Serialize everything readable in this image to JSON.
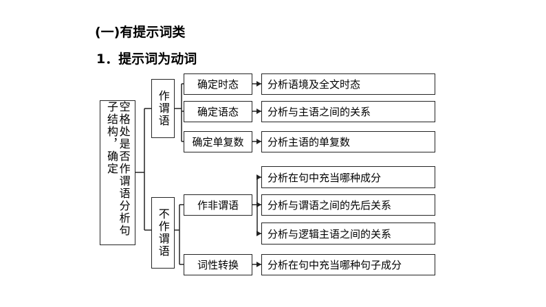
{
  "heading": "(一)有提示词类",
  "subheading": "1．提示词为动词",
  "root": "空格处是否作谓语分析句子结构，确定",
  "branches": [
    {
      "label": "作谓语",
      "items": [
        {
          "label": "确定时态",
          "details": [
            "分析语境及全文时态"
          ]
        },
        {
          "label": "确定语态",
          "details": [
            "分析与主语之间的关系"
          ]
        },
        {
          "label": "确定单复数",
          "details": [
            "分析主语的单复数"
          ]
        }
      ]
    },
    {
      "label": "不作谓语",
      "items": [
        {
          "label": "作非谓语",
          "details": [
            "分析在句中充当哪种成分",
            "分析与谓语之间的先后关系",
            "分析与逻辑主语之间的关系"
          ]
        },
        {
          "label": "词性转换",
          "details": [
            "分析在句中充当哪种句子成分"
          ]
        }
      ]
    }
  ]
}
